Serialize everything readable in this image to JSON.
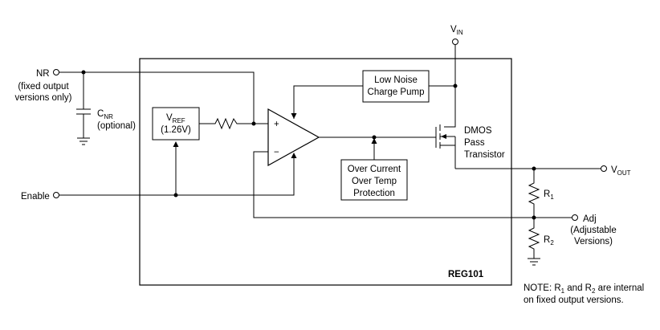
{
  "pins": {
    "nr": "NR",
    "nr_note": [
      "(fixed output",
      "versions only)"
    ],
    "enable": "Enable",
    "vin": "V",
    "vin_sub": "IN",
    "vout": "V",
    "vout_sub": "OUT",
    "adj": "Adj",
    "adj_note": [
      "(Adjustable",
      "Versions)"
    ]
  },
  "components": {
    "cnr": "C",
    "cnr_sub": "NR",
    "cnr_note": "(optional)",
    "vref": "V",
    "vref_sub": "REF",
    "vref_value": "(1.26V)",
    "charge_pump": [
      "Low Noise",
      "Charge Pump"
    ],
    "protection": [
      "Over Current",
      "Over Temp",
      "Protection"
    ],
    "dmos": [
      "DMOS",
      "Pass",
      "Transistor"
    ],
    "r1": "R",
    "r1_sub": "1",
    "r2": "R",
    "r2_sub": "2",
    "opamp_plus": "+",
    "opamp_minus": "−"
  },
  "chip_name": "REG101",
  "note": {
    "prefix": "NOTE: R",
    "sub1": "1",
    "mid": " and R",
    "sub2": "2",
    "suffix": " are internal",
    "line2": "on fixed output versions."
  }
}
